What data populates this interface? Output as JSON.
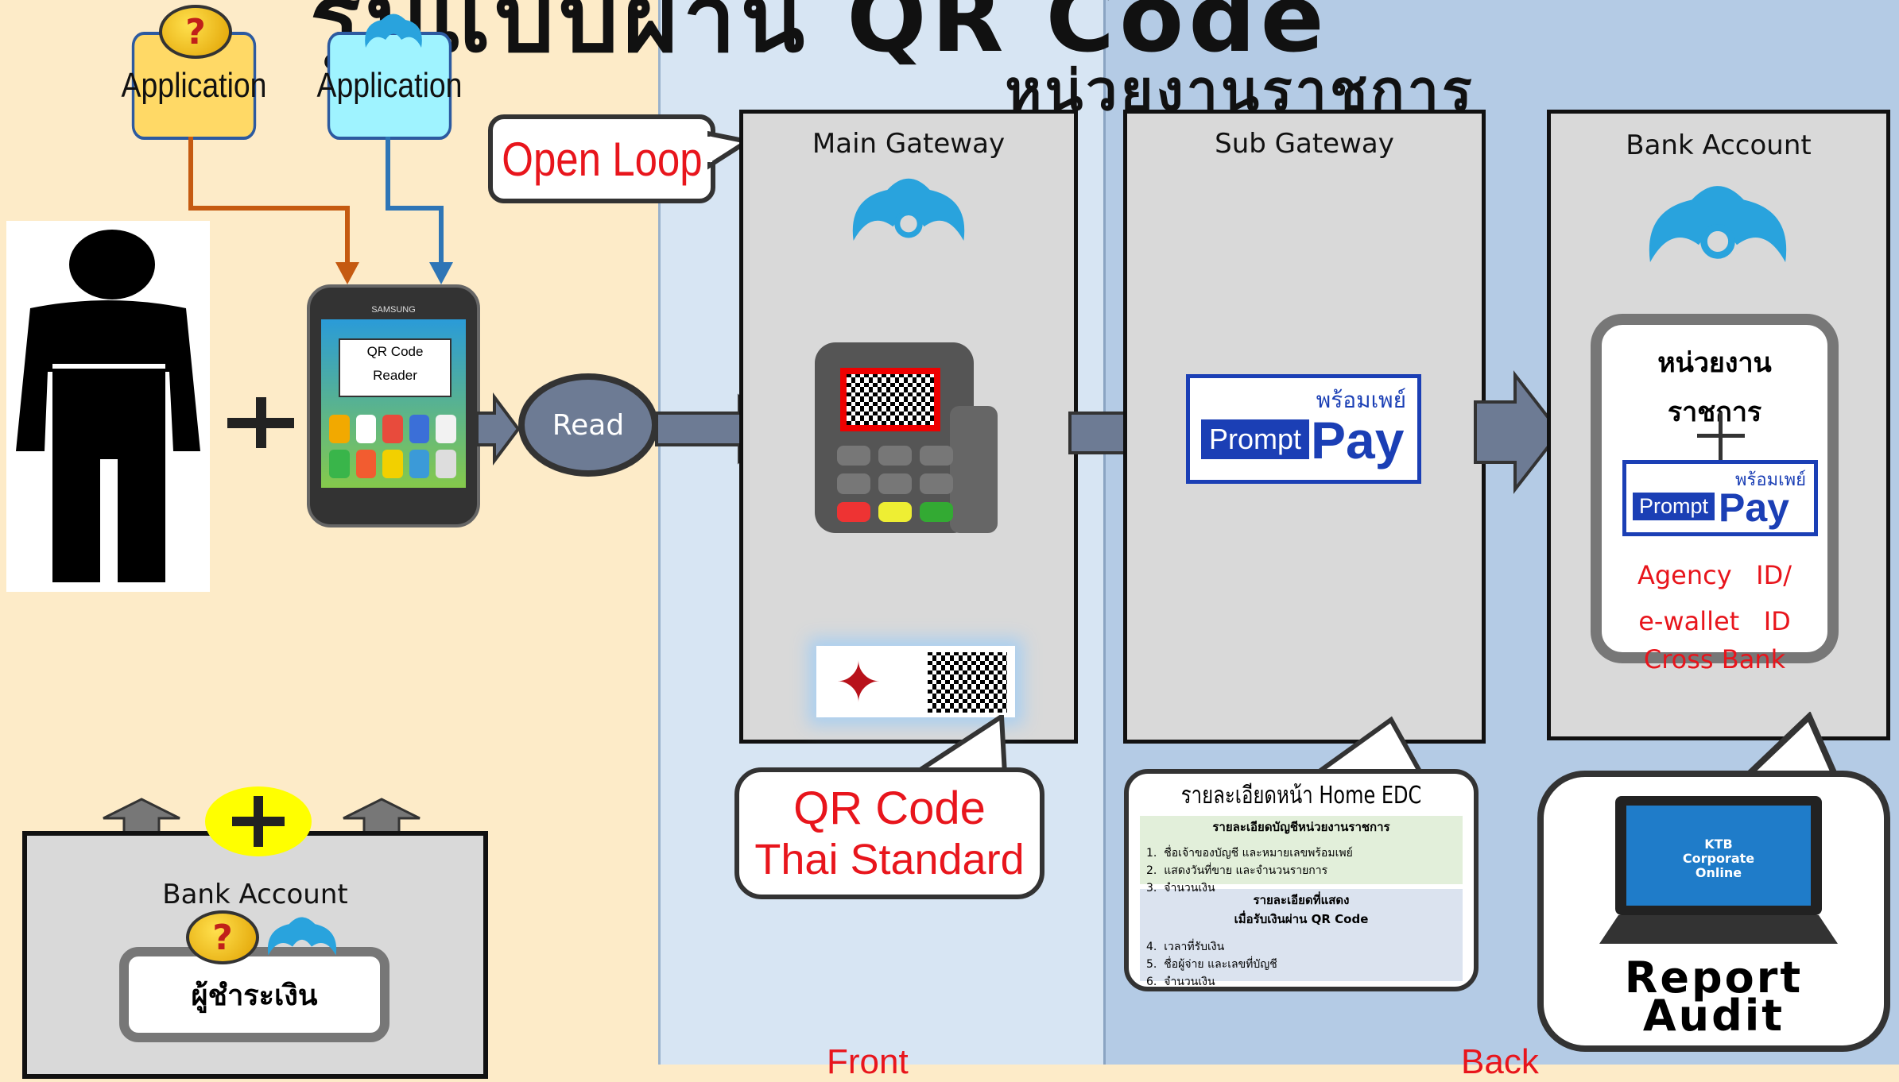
{
  "title": "รูปแบบผ่าน QR Code",
  "agency_title": "หน่วยงานราชการ",
  "apps": {
    "left_label": "Application",
    "right_label": "Application"
  },
  "phone": {
    "brand": "SAMSUNG",
    "screen_line1": "QR Code",
    "screen_line2": "Reader"
  },
  "read_label": "Read",
  "open_loop": "Open Loop",
  "panels": {
    "main_gateway": "Main Gateway",
    "sub_gateway": "Sub Gateway",
    "bank_account": "Bank Account"
  },
  "promptpay": {
    "thai": "พร้อมเพย์",
    "prompt": "Prompt",
    "pay": "Pay"
  },
  "bank_inner": {
    "agency_line1": "หน่วยงาน",
    "agency_line2": "ราชการ",
    "line_a": "Agency   ID/",
    "line_b": "e-wallet   ID",
    "line_c": "Cross Bank"
  },
  "qr_callout": {
    "line1": "QR Code",
    "line2": "Thai Standard"
  },
  "edc": {
    "title": "รายละเอียดหน้า Home EDC",
    "section1_head": "รายละเอียดบัญชีหน่วยงานราชการ",
    "items1": [
      "1.  ชื่อเจ้าของบัญชี และหมายเลขพร้อมเพย์",
      "2.  แสดงวันที่ขาย และจำนวนรายการ",
      "3.  จำนวนเงิน"
    ],
    "section2_head_line1": "รายละเอียดที่แสดง",
    "section2_head_line2": "เมื่อรับเงินผ่าน QR Code",
    "items2": [
      "4.  เวลาที่รับเงิน",
      "5.  ชื่อผู้จ่าย และเลขที่บัญชี",
      "6.  จำนวนเงิน"
    ]
  },
  "report": {
    "laptop_text_line1": "KTB",
    "laptop_text_line2": "Corporate",
    "laptop_text_line3": "Online",
    "line1": "Report",
    "line2": "Audit"
  },
  "payer_bank": {
    "label": "Bank Account",
    "payer": "ผู้ชำระเงิน"
  },
  "bottom": {
    "front": "Front",
    "back": "Back"
  },
  "colors": {
    "left_bg": "#fdebc8",
    "mid_bg": "#d7e5f3",
    "right_bg": "#b4cbe5",
    "promptpay_blue": "#1b3fb5",
    "accent_red": "#e8151c"
  }
}
